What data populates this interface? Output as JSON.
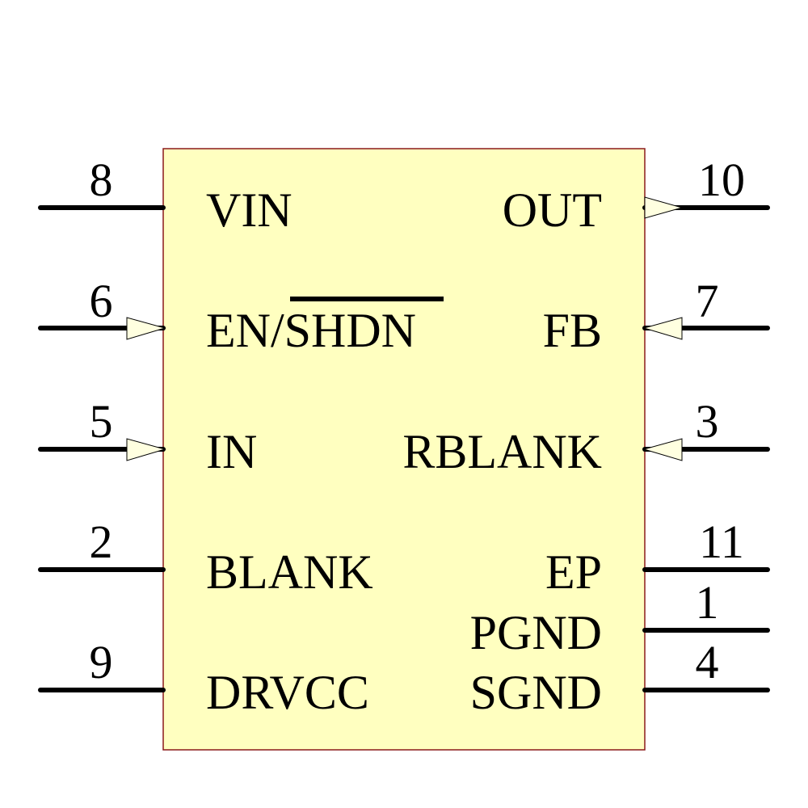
{
  "colors": {
    "body_fill": "#ffffc0",
    "body_stroke": "#8b1a1a",
    "pin_line": "#000000",
    "arrow_fill": "#ffffe0"
  },
  "component": {
    "left_pins": [
      {
        "number": "8",
        "name": "VIN",
        "direction": "none"
      },
      {
        "number": "6",
        "name_prefix": "EN/",
        "name_overbar": "SHDN",
        "direction": "input"
      },
      {
        "number": "5",
        "name": "IN",
        "direction": "input"
      },
      {
        "number": "2",
        "name": "BLANK",
        "direction": "none"
      },
      {
        "number": "9",
        "name": "DRVCC",
        "direction": "none"
      }
    ],
    "right_pins": [
      {
        "number": "10",
        "name": "OUT",
        "direction": "output"
      },
      {
        "number": "7",
        "name": "FB",
        "direction": "input"
      },
      {
        "number": "3",
        "name": "RBLANK",
        "direction": "input"
      },
      {
        "number": "11",
        "name": "EP",
        "direction": "none"
      },
      {
        "number": "1",
        "name": "PGND",
        "direction": "none"
      },
      {
        "number": "4",
        "name": "SGND",
        "direction": "none"
      }
    ]
  }
}
